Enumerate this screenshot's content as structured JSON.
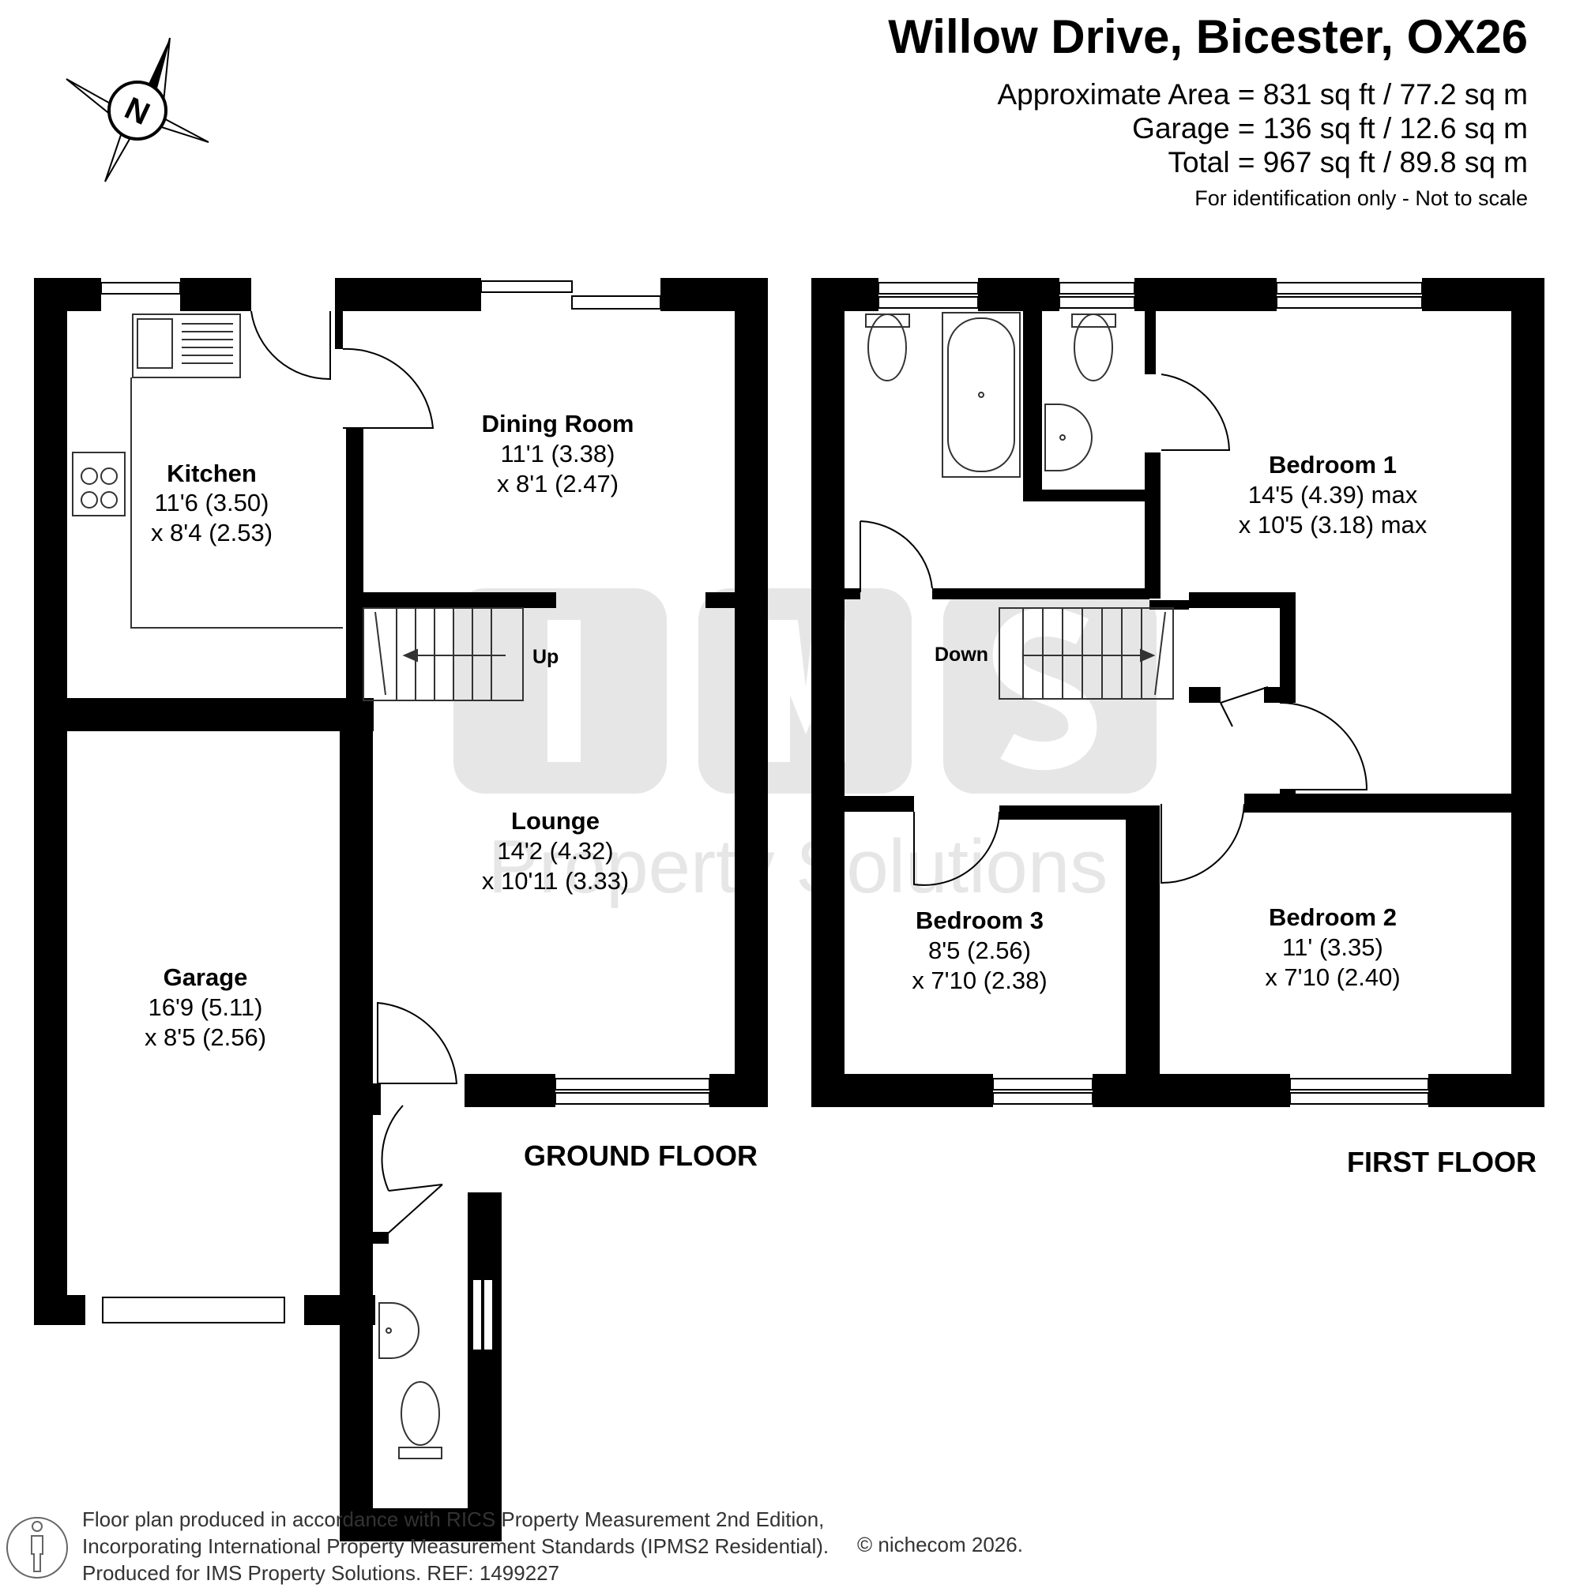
{
  "header": {
    "title": "Willow Drive, Bicester, OX26",
    "approx_area": "Approximate Area = 831 sq ft / 77.2 sq m",
    "garage_area": "Garage = 136 sq ft / 12.6 sq m",
    "total_area": "Total = 967 sq ft / 89.8 sq m",
    "scale_note": "For identification only - Not to scale"
  },
  "compass": {
    "letter": "N",
    "icon": "north-compass-icon"
  },
  "watermark": {
    "letters": "IMS",
    "text": "Property Solutions"
  },
  "ground_floor": {
    "label": "GROUND FLOOR",
    "stairs_label": "Up",
    "rooms": {
      "kitchen": {
        "name": "Kitchen",
        "dim1": "11'6 (3.50)",
        "dim2": "x 8'4 (2.53)"
      },
      "dining": {
        "name": "Dining Room",
        "dim1": "11'1 (3.38)",
        "dim2": "x 8'1 (2.47)"
      },
      "lounge": {
        "name": "Lounge",
        "dim1": "14'2 (4.32)",
        "dim2": "x 10'11 (3.33)"
      },
      "garage": {
        "name": "Garage",
        "dim1": "16'9 (5.11)",
        "dim2": "x 8'5 (2.56)"
      }
    }
  },
  "first_floor": {
    "label": "FIRST FLOOR",
    "stairs_label": "Down",
    "rooms": {
      "bedroom1": {
        "name": "Bedroom 1",
        "dim1": "14'5 (4.39) max",
        "dim2": "x 10'5 (3.18) max"
      },
      "bedroom2": {
        "name": "Bedroom 2",
        "dim1": "11' (3.35)",
        "dim2": "x 7'10 (2.40)"
      },
      "bedroom3": {
        "name": "Bedroom 3",
        "dim1": "8'5 (2.56)",
        "dim2": "x 7'10 (2.38)"
      }
    }
  },
  "footer": {
    "line1": "Floor plan produced in accordance with RICS Property Measurement 2nd Edition,",
    "line2": "Incorporating International Property Measurement Standards (IPMS2 Residential).",
    "line3": "Produced for IMS Property Solutions.   REF:    1499227",
    "copyright": "© nichecom 2026.",
    "icon": "person-scale-icon"
  },
  "colors": {
    "wall": "#000000",
    "watermark": "#e6e6e6",
    "fixture": "#333333"
  }
}
